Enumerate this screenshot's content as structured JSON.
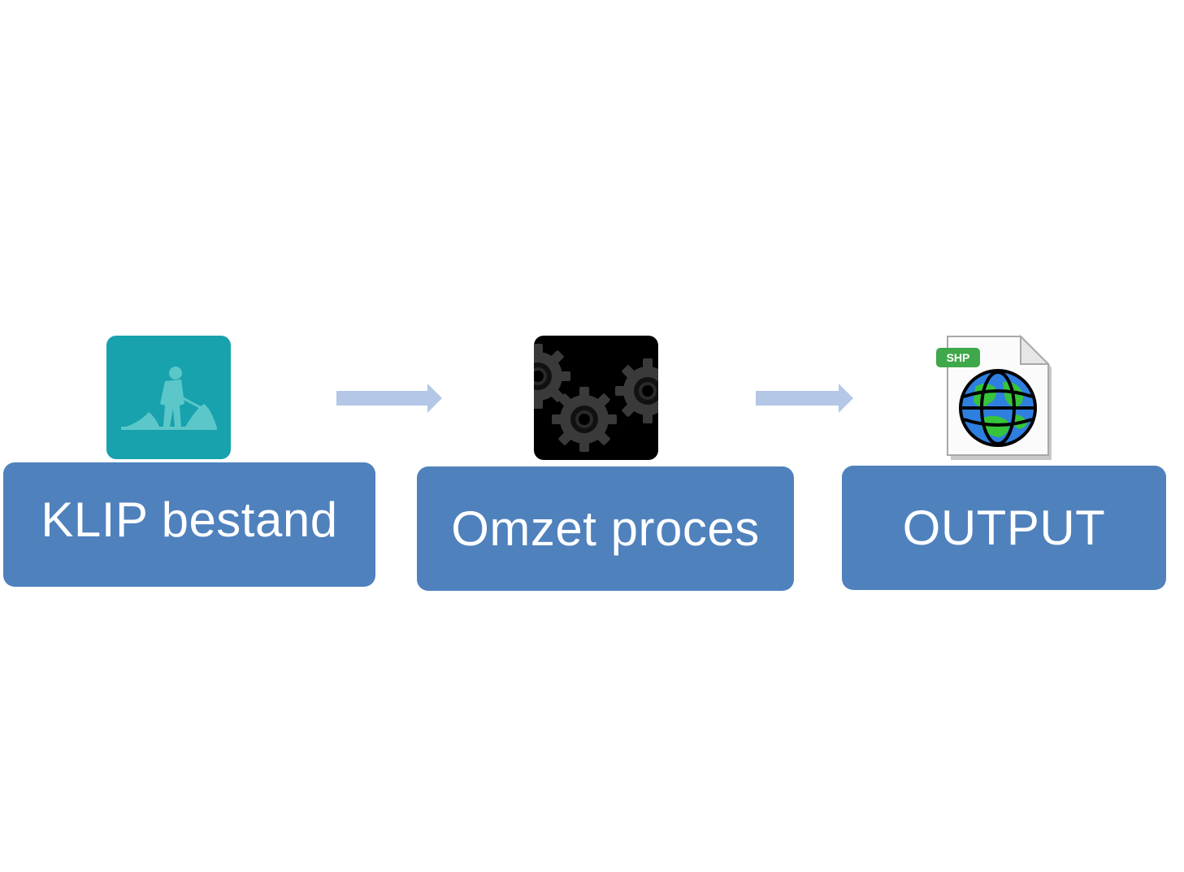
{
  "steps": [
    {
      "label": "KLIP bestand",
      "icon": "digging-worker-icon"
    },
    {
      "label": "Omzet proces",
      "icon": "gears-icon"
    },
    {
      "label": "OUTPUT",
      "icon": "shapefile-globe-icon",
      "badge": "SHP"
    }
  ],
  "colors": {
    "box_fill": "#4f81bd",
    "arrow": "#b4c7e7",
    "worker_tile": "#17a2ad",
    "gears_tile": "#000000"
  }
}
